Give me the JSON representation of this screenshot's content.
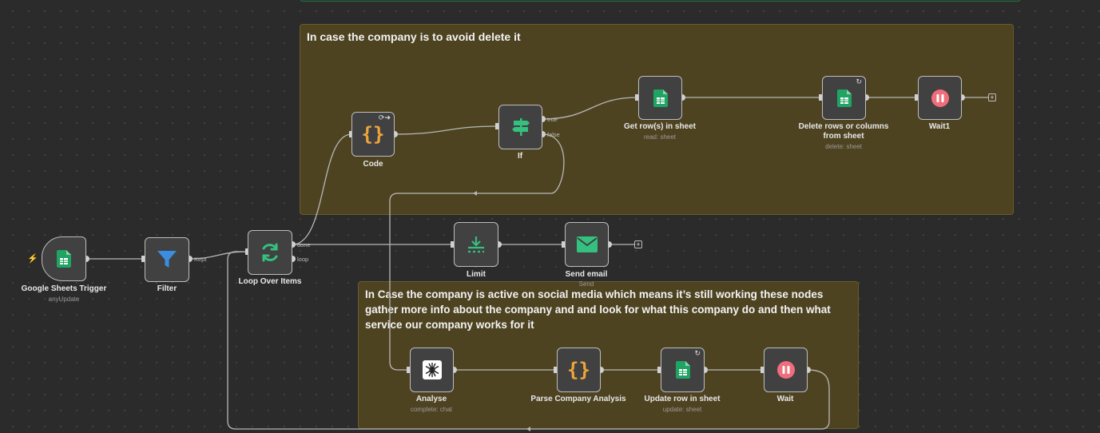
{
  "notes": {
    "top": "In case the company is to avoid delete it",
    "bottom": "In Case the company is active on social media which means it’s still working these nodes gather more info about the company and and look for what this company do and then what service our company works for it"
  },
  "nodes": {
    "trigger": {
      "label": "Google Sheets Trigger",
      "sub": "anyUpdate",
      "icon": "google-sheets-icon"
    },
    "filter": {
      "label": "Filter",
      "icon": "filter-icon",
      "port": "Kept"
    },
    "loop": {
      "label": "Loop Over Items",
      "icon": "loop-icon",
      "port_done": "done",
      "port_loop": "loop"
    },
    "code": {
      "label": "Code",
      "icon": "code-braces-icon"
    },
    "if": {
      "label": "If",
      "icon": "signpost-icon",
      "port_true": "true",
      "port_false": "false"
    },
    "get_rows": {
      "label": "Get row(s) in sheet",
      "sub": "read: sheet",
      "icon": "google-sheets-icon"
    },
    "delete_rows": {
      "label": "Delete rows or columns from sheet",
      "sub": "delete: sheet",
      "icon": "google-sheets-icon"
    },
    "wait1": {
      "label": "Wait1",
      "icon": "pause-icon"
    },
    "limit": {
      "label": "Limit",
      "icon": "limit-icon"
    },
    "send_email": {
      "label": "Send email",
      "sub": "Send",
      "icon": "envelope-icon"
    },
    "analyse": {
      "label": "Analyse",
      "sub": "complete: chat",
      "icon": "openai-icon"
    },
    "parse": {
      "label": "Parse Company Analysis",
      "icon": "code-braces-icon"
    },
    "update_row": {
      "label": "Update row in sheet",
      "sub": "update: sheet",
      "icon": "google-sheets-icon"
    },
    "wait": {
      "label": "Wait",
      "icon": "pause-icon"
    }
  },
  "plus_symbol": "+",
  "colors": {
    "canvas": "#2b2b2b",
    "sticky": "#4e4321",
    "node": "#414141",
    "sheets_green": "#1fa463",
    "accent_green": "#35c07f",
    "pause_pink": "#f06e7c",
    "code_orange": "#f0a53a",
    "filter_blue": "#3b8de0",
    "trigger_bolt": "#ff6b4a"
  }
}
